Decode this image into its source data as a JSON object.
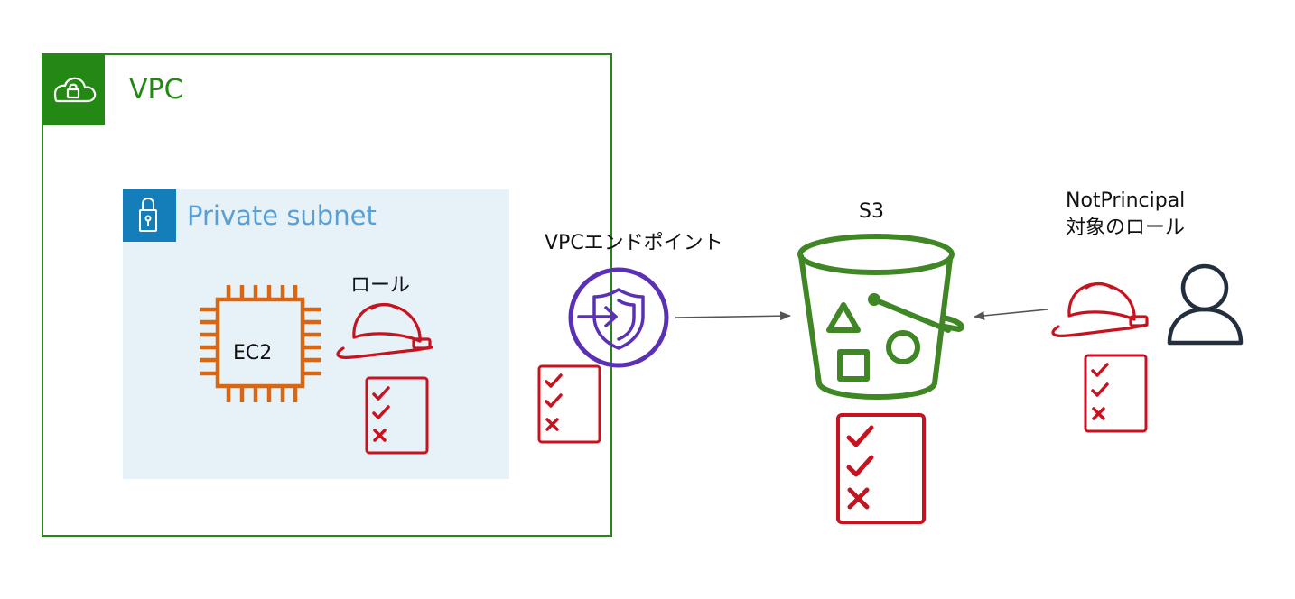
{
  "vpc": {
    "label": "VPC"
  },
  "subnet": {
    "label": "Private subnet"
  },
  "ec2": {
    "label": "EC2"
  },
  "role": {
    "label": "ロール"
  },
  "endpoint": {
    "label": "VPCエンドポイント"
  },
  "s3": {
    "label": "S3"
  },
  "notprincipal": {
    "line1": "NotPrincipal",
    "line2": "対象のロール"
  },
  "colors": {
    "vpc_green": "#248814",
    "subnet_blue": "#147eba",
    "subnet_fill": "#e6f2f8",
    "ec2_orange": "#d86613",
    "role_red": "#c7131f",
    "endpoint_purple": "#5a30b5",
    "s3_green": "#3f8624",
    "user_navy": "#232f3e",
    "arrow_gray": "#555555"
  }
}
